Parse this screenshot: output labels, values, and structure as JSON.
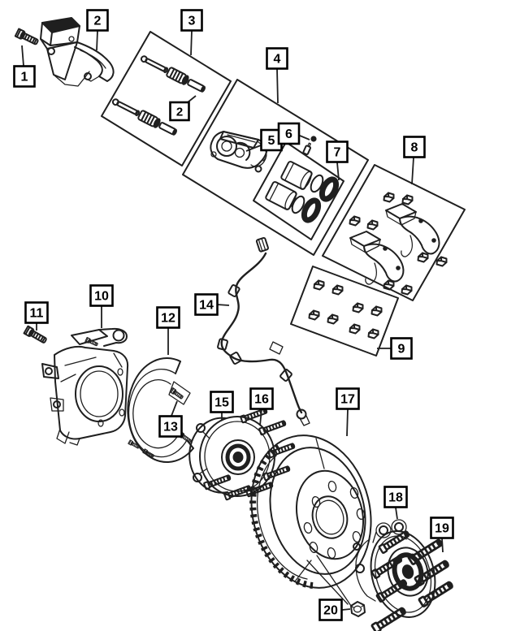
{
  "colors": {
    "background": "#ffffff",
    "line": "#1f1f1f",
    "callout_border": "#000000",
    "callout_text": "#000000"
  },
  "callouts": [
    {
      "number": "1"
    },
    {
      "number": "2"
    },
    {
      "number": "3"
    },
    {
      "number": "2"
    },
    {
      "number": "4"
    },
    {
      "number": "5"
    },
    {
      "number": "6"
    },
    {
      "number": "7"
    },
    {
      "number": "8"
    },
    {
      "number": "9"
    },
    {
      "number": "10"
    },
    {
      "number": "11"
    },
    {
      "number": "12"
    },
    {
      "number": "13"
    },
    {
      "number": "14"
    },
    {
      "number": "15"
    },
    {
      "number": "16"
    },
    {
      "number": "17"
    },
    {
      "number": "18"
    },
    {
      "number": "19"
    },
    {
      "number": "20"
    }
  ]
}
